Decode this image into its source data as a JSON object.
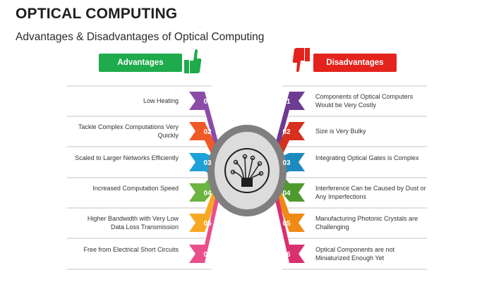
{
  "title": "OPTICAL COMPUTING",
  "subtitle": "Advantages & Disadvantages of Optical Computing",
  "advantages_label": "Advantages",
  "disadvantages_label": "Disadvantages",
  "advantages": [
    {
      "num": "01",
      "text": "Low Heating",
      "color": "#8b4ca8"
    },
    {
      "num": "02",
      "text": "Tackle Complex Computations Very Quickly",
      "color": "#f05a28"
    },
    {
      "num": "03",
      "text": "Scaled to Larger Networks Efficiently",
      "color": "#1ea1d8"
    },
    {
      "num": "04",
      "text": "Increased Computation Speed",
      "color": "#6cb33f"
    },
    {
      "num": "05",
      "text": "Higher Bandwidth with Very Low Data Loss Transmission",
      "color": "#f7a823"
    },
    {
      "num": "06",
      "text": "Free from Electrical Short Circuits",
      "color": "#ea4f8c"
    }
  ],
  "disadvantages": [
    {
      "num": "01",
      "text": "Components of Optical Computers Would be Very Costly",
      "color": "#6d3b8f"
    },
    {
      "num": "02",
      "text": "Size is Very Bulky",
      "color": "#d7301f"
    },
    {
      "num": "03",
      "text": "Integrating Optical Gates is Complex",
      "color": "#1b8bbf"
    },
    {
      "num": "04",
      "text": "Interference Can be Caused by Dust or Any Imperfections",
      "color": "#4e9a2f"
    },
    {
      "num": "05",
      "text": "Manufacturing Photonic Crystals are Challenging",
      "color": "#ef8a16"
    },
    {
      "num": "06",
      "text": "Optical Components are not Miniaturized Enough Yet",
      "color": "#d9306f"
    }
  ],
  "center_icon": "fiber-optic-icon",
  "thumbs": {
    "up": "thumbs-up-icon",
    "down": "thumbs-down-icon"
  }
}
